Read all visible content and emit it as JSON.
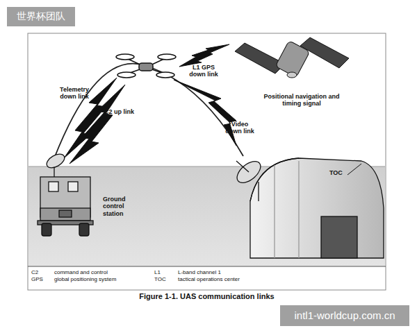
{
  "diagram": {
    "caption": "Figure 1-1. UAS communication links",
    "labels": [
      "世界杯团队",
      "Telemetry down link",
      "C2 up link",
      "L1 GPS down link",
      "Positional navigation and timing signal",
      "Video down link",
      "TOC",
      "Ground control station",
      "C2",
      "command and control",
      "GPS",
      "global positioning system",
      "L1",
      "L-band channel 1",
      "TOC",
      "tactical operations center",
      "intl1-worldcup.com.cn"
    ]
  }
}
